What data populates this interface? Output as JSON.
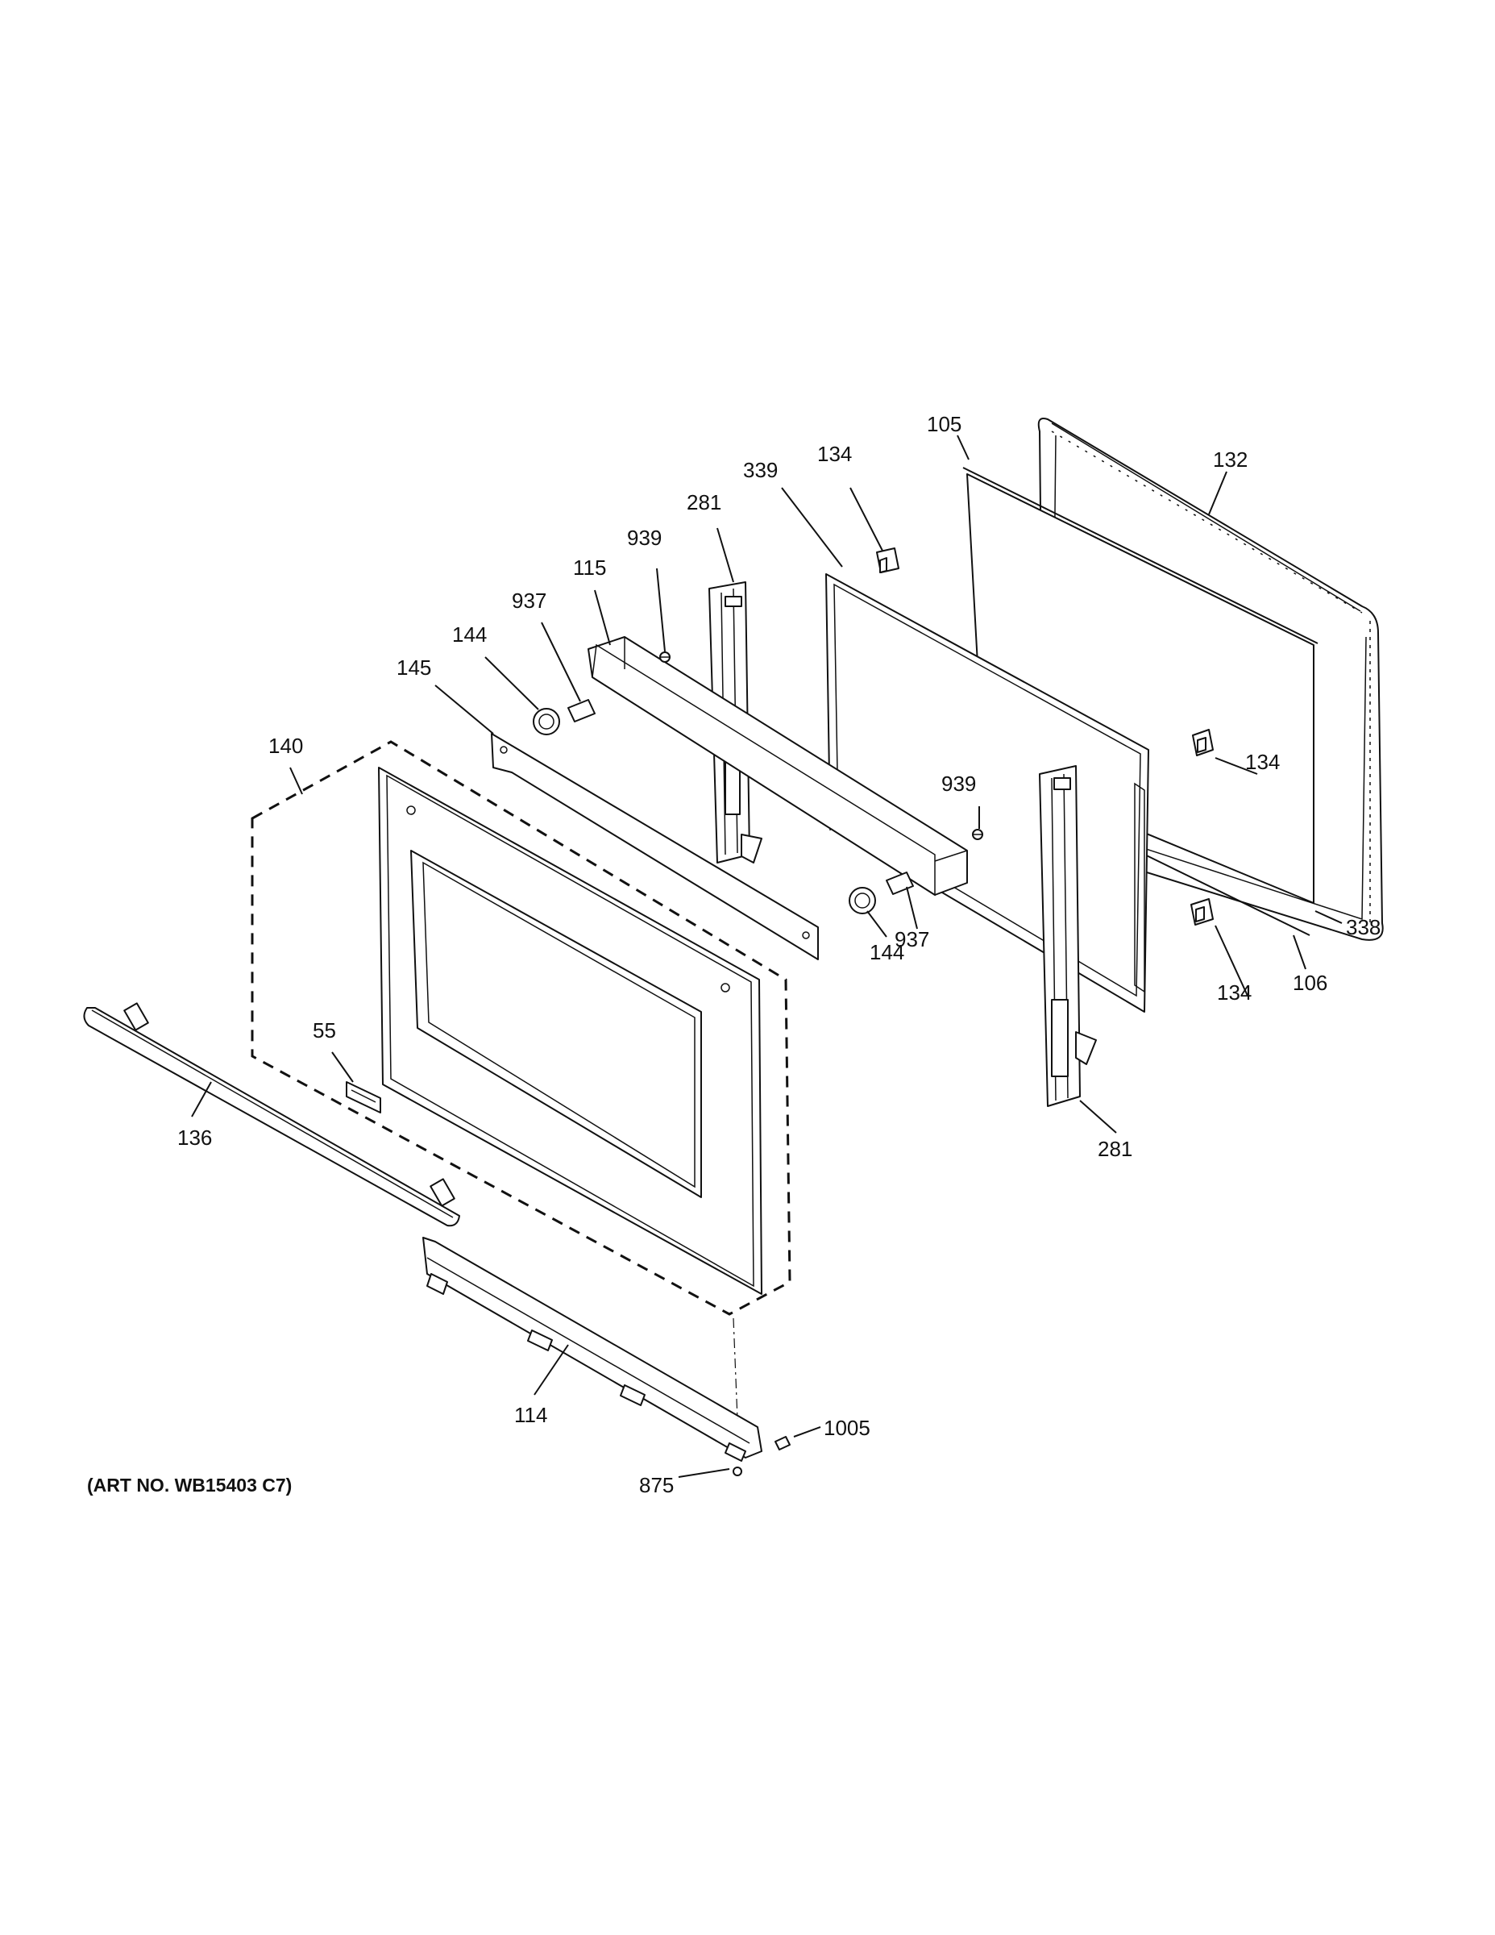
{
  "art_number": "(ART NO. WB15403 C7)",
  "parts": [
    {
      "id": "door_gasket",
      "label": "132"
    },
    {
      "id": "gasket_top",
      "label": "105"
    },
    {
      "id": "inner_glass",
      "label": "339"
    },
    {
      "id": "clip_top",
      "label": "134"
    },
    {
      "id": "clip_mid",
      "label": "134"
    },
    {
      "id": "clip_bottom",
      "label": "134"
    },
    {
      "id": "hinge_left",
      "label": "281"
    },
    {
      "id": "hinge_right",
      "label": "281"
    },
    {
      "id": "screw_top",
      "label": "939"
    },
    {
      "id": "screw_right",
      "label": "939"
    },
    {
      "id": "top_channel",
      "label": "115"
    },
    {
      "id": "standoff_left",
      "label": "937"
    },
    {
      "id": "standoff_right",
      "label": "937"
    },
    {
      "id": "grommet_left",
      "label": "144"
    },
    {
      "id": "grommet_right",
      "label": "144"
    },
    {
      "id": "vent_panel",
      "label": "145"
    },
    {
      "id": "outer_door",
      "label": "140"
    },
    {
      "id": "nameplate",
      "label": "55"
    },
    {
      "id": "handle",
      "label": "136"
    },
    {
      "id": "bottom_trim",
      "label": "114"
    },
    {
      "id": "bumper",
      "label": "1005"
    },
    {
      "id": "bottom_screw",
      "label": "875"
    },
    {
      "id": "glass_pack",
      "label": "338"
    },
    {
      "id": "gasket_bottom",
      "label": "106"
    }
  ]
}
